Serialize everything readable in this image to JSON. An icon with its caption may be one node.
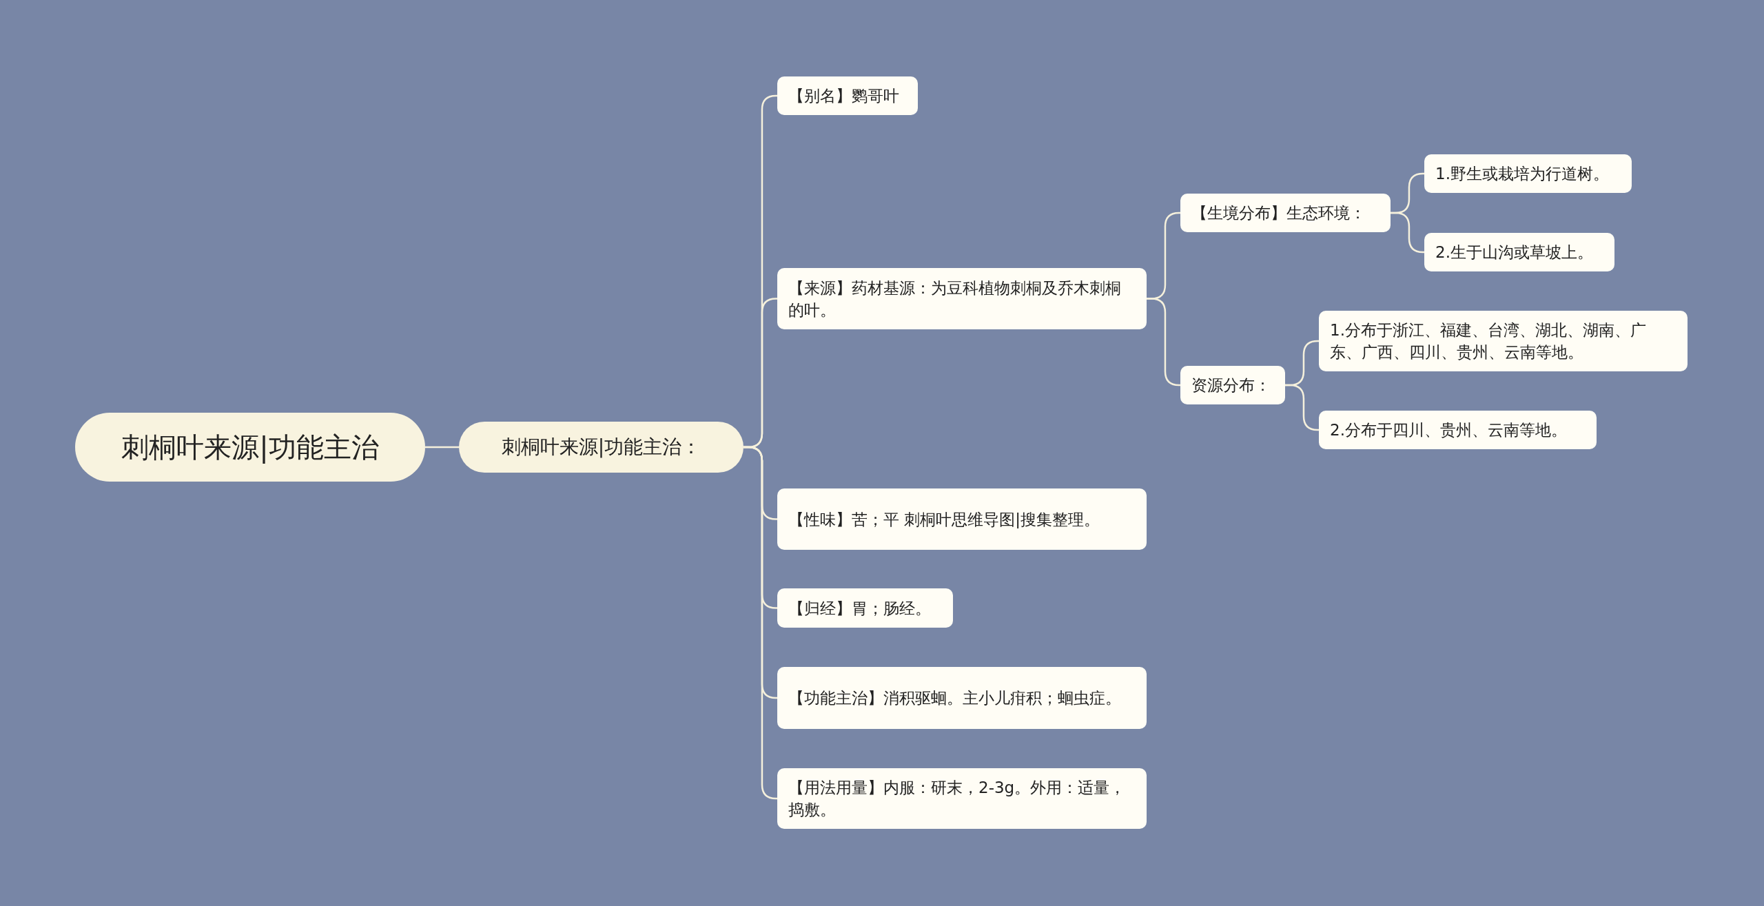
{
  "diagram": {
    "nodes": [
      {
        "text": [
          "刺桐叶来源|功能主治"
        ]
      },
      {
        "text": [
          "刺桐叶来源|功能主治："
        ]
      },
      {
        "text": [
          "【别名】鹦哥叶"
        ]
      },
      {
        "text": [
          "【来源】药材基源：为豆科植物刺桐及乔木刺桐的叶。"
        ]
      },
      {
        "text": [
          "【生境分布】生态环境："
        ]
      },
      {
        "text": [
          "1.野生或栽培为行道树。"
        ]
      },
      {
        "text": [
          "2.生于山沟或草坡上。"
        ]
      },
      {
        "text": [
          "资源分布："
        ]
      },
      {
        "text": [
          "1.分布于浙江、福建、台湾、湖北、湖南、广东、广西、四川、贵州、云南等地。"
        ]
      },
      {
        "text": [
          "2.分布于四川、贵州、云南等地。"
        ]
      },
      {
        "text": [
          "【性味】苦；平 刺桐叶思维导图|搜集整理。"
        ]
      },
      {
        "text": [
          "【归经】胃；肠经。"
        ]
      },
      {
        "text": [
          "【功能主治】消积驱蛔。主小儿疳积；蛔虫症。"
        ]
      },
      {
        "text": [
          "【用法用量】内服：研末，2-3g。外用：适量，捣敷。"
        ]
      }
    ],
    "edges": [
      {
        "from": 0,
        "to": 1,
        "arrow": "none"
      },
      {
        "from": 1,
        "to": 2,
        "arrow": "none"
      },
      {
        "from": 1,
        "to": 3,
        "arrow": "none"
      },
      {
        "from": 3,
        "to": 4,
        "arrow": "none"
      },
      {
        "from": 4,
        "to": 5,
        "arrow": "none"
      },
      {
        "from": 4,
        "to": 6,
        "arrow": "none"
      },
      {
        "from": 3,
        "to": 7,
        "arrow": "none"
      },
      {
        "from": 7,
        "to": 8,
        "arrow": "none"
      },
      {
        "from": 7,
        "to": 9,
        "arrow": "none"
      },
      {
        "from": 1,
        "to": 10,
        "arrow": "none"
      },
      {
        "from": 1,
        "to": 11,
        "arrow": "none"
      },
      {
        "from": 1,
        "to": 12,
        "arrow": "none"
      },
      {
        "from": 1,
        "to": 13,
        "arrow": "none"
      }
    ]
  }
}
